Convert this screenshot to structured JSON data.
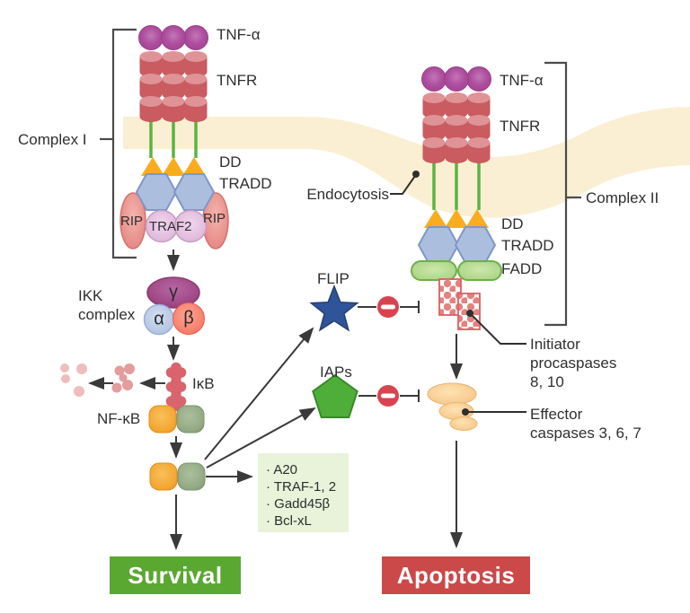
{
  "labels": {
    "complex1": "Complex I",
    "complex2": "Complex II",
    "tnf_left": "TNF-α",
    "tnfr_left": "TNFR",
    "dd_left": "DD",
    "tradd_left": "TRADD",
    "rip_left": "RIP",
    "traf2": "TRAF2",
    "rip_right": "RIP",
    "ikk_line1": "IKK",
    "ikk_line2": "complex",
    "gamma": "γ",
    "alpha": "α",
    "beta": "β",
    "ikb": "IκB",
    "nfkb": "NF-κB",
    "flip": "FLIP",
    "iaps": "IAPs",
    "endocytosis": "Endocytosis",
    "tnf_right": "TNF-α",
    "tnfr_right": "TNFR",
    "dd_right": "DD",
    "tradd_right": "TRADD",
    "fadd": "FADD",
    "initiator_line1": "Initiator",
    "initiator_line2": "procaspases",
    "initiator_line3": "8, 10",
    "effector_line1": "Effector",
    "effector_line2": "caspases 3, 6, 7",
    "survival": "Survival",
    "apoptosis": "Apoptosis"
  },
  "gene_box": {
    "items": [
      "· A20",
      "· TRAF-1, 2",
      "· Gadd45β",
      "· Bcl-xL"
    ]
  },
  "colors": {
    "membrane": "#fbefd3",
    "tnf_trimer_purple": "#ad4d9e",
    "tnfr_red": "#c95b61",
    "stalk_green": "#5cb440",
    "dd_orange": "#f9ad1e",
    "tradd_blue": "#abbede",
    "rip_pink": "#ee9b97",
    "traf2_lavender": "#e3bfdf",
    "fadd_green": "#aed688",
    "ikk_gamma_plum": "#a24b89",
    "ikk_alpha_blue": "#bccce9",
    "ikk_beta_salmon": "#f87e6e",
    "ikb_rose": "#d9646e",
    "nfkb_orange": "#f3a733",
    "nfkb_green": "#93aa84",
    "flip_blue": "#2f5499",
    "iaps_green": "#4fae3a",
    "inhibit_red": "#d8444e",
    "procaspase_red": "#d96064",
    "effector_caspase_orange": "#f8cf94",
    "survival_green": "#5aa732",
    "apoptosis_red": "#cb4949",
    "gene_box_green": "#e8f3da",
    "line_dark": "#3a3a3a"
  }
}
